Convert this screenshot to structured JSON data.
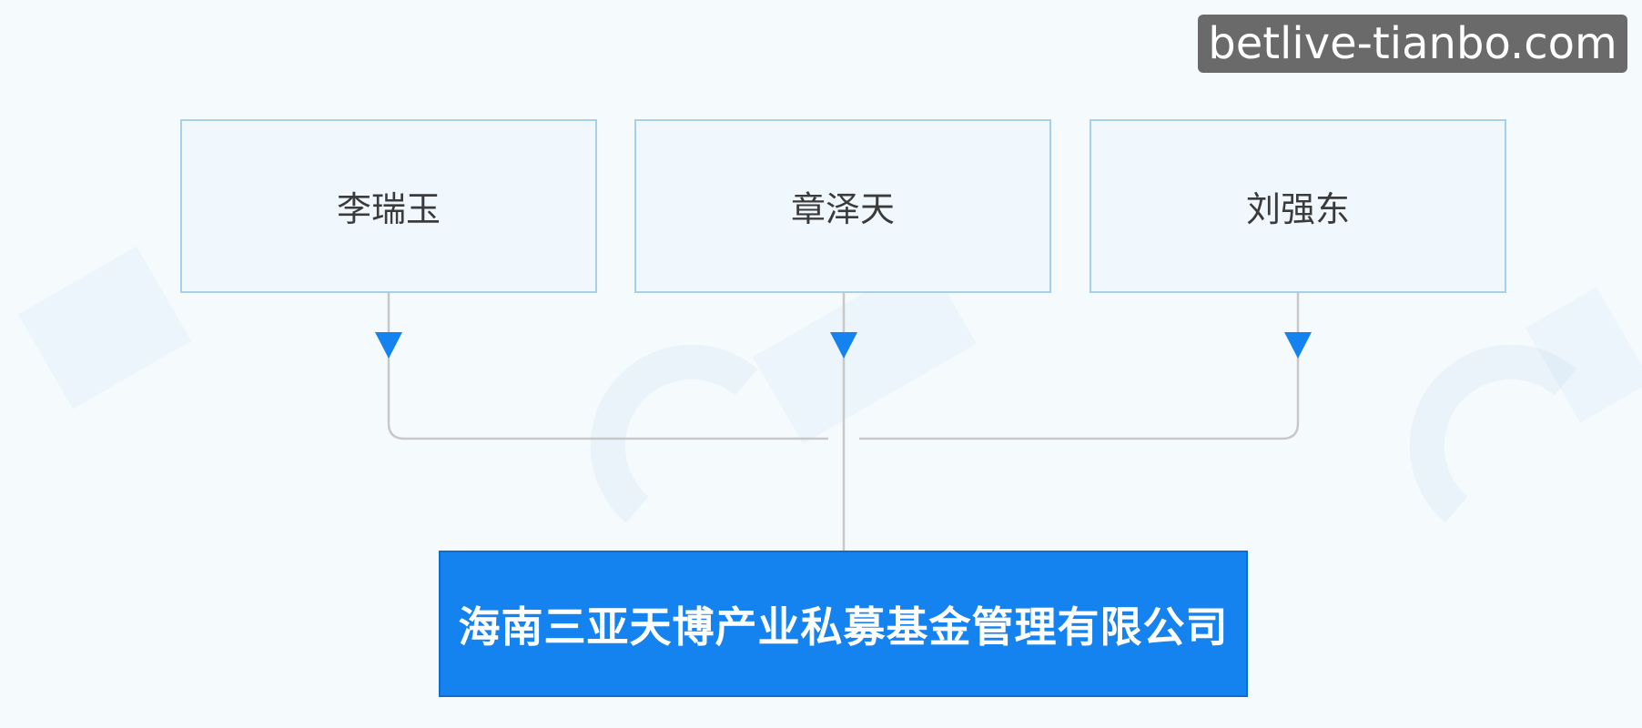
{
  "persons": [
    {
      "name": "李瑞玉"
    },
    {
      "name": "章泽天"
    },
    {
      "name": "刘强东"
    }
  ],
  "company": {
    "name": "海南三亚天博产业私募基金管理有限公司"
  },
  "site_badge": {
    "text": "betlive-tianbo.com"
  },
  "colors": {
    "page_background": "#f5fafd",
    "person_box_fill": "#f1f8fd",
    "person_box_border": "#a7d0ec",
    "company_box_fill": "#1483f0",
    "arrow": "#1483f0",
    "connector_line": "#c8c8c8",
    "badge_background": "#6a6a6a"
  }
}
